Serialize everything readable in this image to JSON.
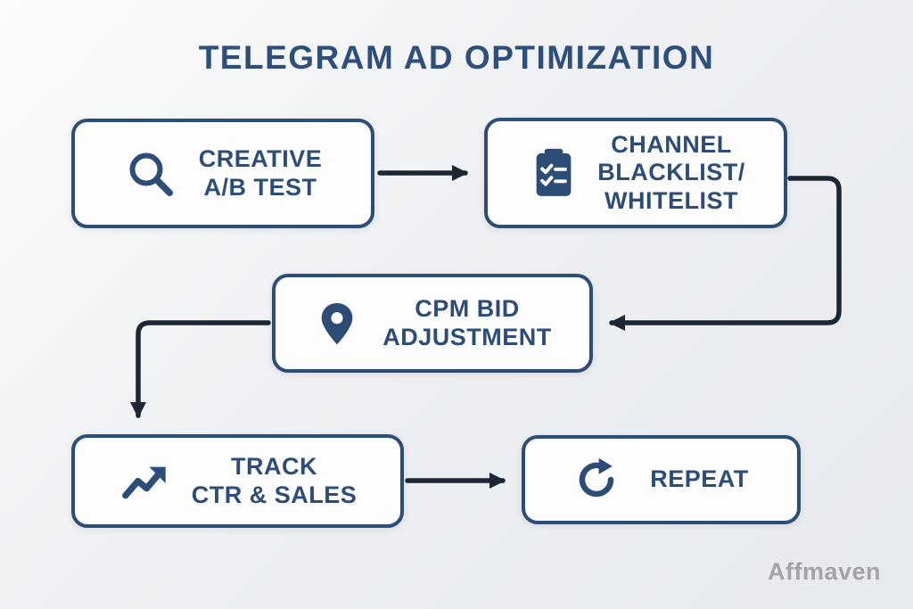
{
  "title": "TELEGRAM AD OPTIMIZATION",
  "watermark": "Affmaven",
  "colors": {
    "background_light": "#fafbfc",
    "background_dark": "#e6e9ed",
    "box_border": "#2e4d76",
    "box_fill": "#fdfdfe",
    "text": "#2e4d76",
    "title_text": "#2d4f79",
    "arrow": "#1d2733",
    "watermark_text": "#a3a3a5"
  },
  "nodes": [
    {
      "id": "creative-ab-test",
      "label": "CREATIVE\nA/B TEST",
      "icon": "magnifier-icon"
    },
    {
      "id": "channel-blacklist-whitelist",
      "label": "CHANNEL\nBLACKLIST/\nWHITELIST",
      "icon": "clipboard-checklist-icon"
    },
    {
      "id": "cpm-bid-adjustment",
      "label": "CPM BID\nADJUSTMENT",
      "icon": "location-pin-icon"
    },
    {
      "id": "track-ctr-sales",
      "label": "TRACK\nCTR & SALES",
      "icon": "trending-up-icon"
    },
    {
      "id": "repeat",
      "label": "REPEAT",
      "icon": "repeat-cycle-icon"
    }
  ],
  "edges": [
    {
      "from": "creative-ab-test",
      "to": "channel-blacklist-whitelist"
    },
    {
      "from": "channel-blacklist-whitelist",
      "to": "cpm-bid-adjustment"
    },
    {
      "from": "cpm-bid-adjustment",
      "to": "track-ctr-sales"
    },
    {
      "from": "track-ctr-sales",
      "to": "repeat"
    }
  ]
}
